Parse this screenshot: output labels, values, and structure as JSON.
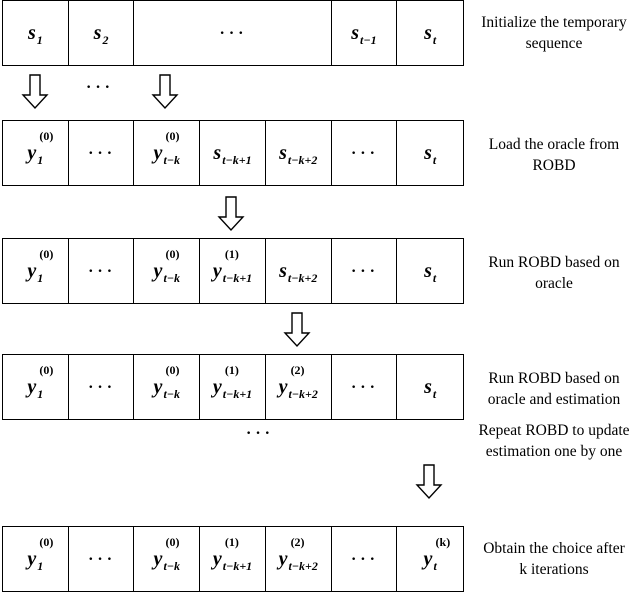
{
  "rows": [
    {
      "cells": [
        {
          "kind": "var",
          "base": "s",
          "sub": "1"
        },
        {
          "kind": "var",
          "base": "s",
          "sub": "2"
        },
        {
          "kind": "dots",
          "text": "···",
          "wide": true
        },
        {
          "kind": "var",
          "base": "s",
          "sub": "t−1"
        },
        {
          "kind": "var",
          "base": "s",
          "sub": "t"
        }
      ]
    },
    {
      "cells": [
        {
          "kind": "var",
          "base": "y",
          "sub": "1",
          "sup": "(0)"
        },
        {
          "kind": "dots",
          "text": "···"
        },
        {
          "kind": "var",
          "base": "y",
          "sub": "t−k",
          "sup": "(0)"
        },
        {
          "kind": "var",
          "base": "s",
          "sub": "t−k+1"
        },
        {
          "kind": "var",
          "base": "s",
          "sub": "t−k+2"
        },
        {
          "kind": "dots",
          "text": "···"
        },
        {
          "kind": "var",
          "base": "s",
          "sub": "t"
        }
      ]
    },
    {
      "cells": [
        {
          "kind": "var",
          "base": "y",
          "sub": "1",
          "sup": "(0)"
        },
        {
          "kind": "dots",
          "text": "···"
        },
        {
          "kind": "var",
          "base": "y",
          "sub": "t−k",
          "sup": "(0)"
        },
        {
          "kind": "var",
          "base": "y",
          "sub": "t−k+1",
          "sup": "(1)"
        },
        {
          "kind": "var",
          "base": "s",
          "sub": "t−k+2"
        },
        {
          "kind": "dots",
          "text": "···"
        },
        {
          "kind": "var",
          "base": "s",
          "sub": "t"
        }
      ]
    },
    {
      "cells": [
        {
          "kind": "var",
          "base": "y",
          "sub": "1",
          "sup": "(0)"
        },
        {
          "kind": "dots",
          "text": "···"
        },
        {
          "kind": "var",
          "base": "y",
          "sub": "t−k",
          "sup": "(0)"
        },
        {
          "kind": "var",
          "base": "y",
          "sub": "t−k+1",
          "sup": "(1)"
        },
        {
          "kind": "var",
          "base": "y",
          "sub": "t−k+2",
          "sup": "(2)"
        },
        {
          "kind": "dots",
          "text": "···"
        },
        {
          "kind": "var",
          "base": "s",
          "sub": "t"
        }
      ]
    },
    {
      "cells": [
        {
          "kind": "var",
          "base": "y",
          "sub": "1",
          "sup": "(0)"
        },
        {
          "kind": "dots",
          "text": "···"
        },
        {
          "kind": "var",
          "base": "y",
          "sub": "t−k",
          "sup": "(0)"
        },
        {
          "kind": "var",
          "base": "y",
          "sub": "t−k+1",
          "sup": "(1)"
        },
        {
          "kind": "var",
          "base": "y",
          "sub": "t−k+2",
          "sup": "(2)"
        },
        {
          "kind": "dots",
          "text": "···"
        },
        {
          "kind": "var",
          "base": "y",
          "sub": "t",
          "sup": "(k)"
        }
      ]
    }
  ],
  "steps": [
    {
      "line1": "Initialize the temporary",
      "line2": "sequence"
    },
    {
      "line1": "Load the oracle from",
      "line2": "ROBD"
    },
    {
      "line1": "Run ROBD based on",
      "line2": "oracle"
    },
    {
      "line1": "Run ROBD based on",
      "line2": "oracle and estimation"
    },
    {
      "line1": "Repeat ROBD to update",
      "line2": "estimation one by one"
    },
    {
      "line1": "Obtain the choice after",
      "line2": "k iterations"
    }
  ],
  "ellipsis": {
    "between_arrows": "···",
    "between_rows": "···"
  },
  "arrow_icon": "hollow-down-arrow-icon"
}
